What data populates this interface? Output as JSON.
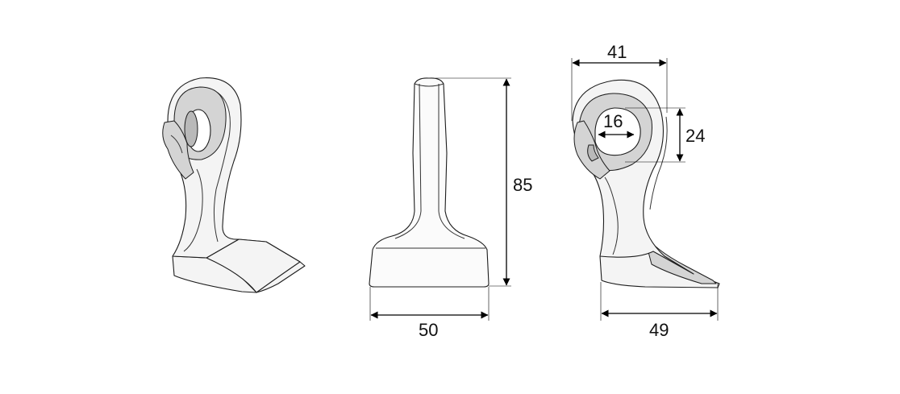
{
  "dimensions": {
    "height_total": "85",
    "width_front": "50",
    "width_top_side": "41",
    "hole_width": "16",
    "hole_height": "24",
    "width_bottom_side": "49"
  }
}
